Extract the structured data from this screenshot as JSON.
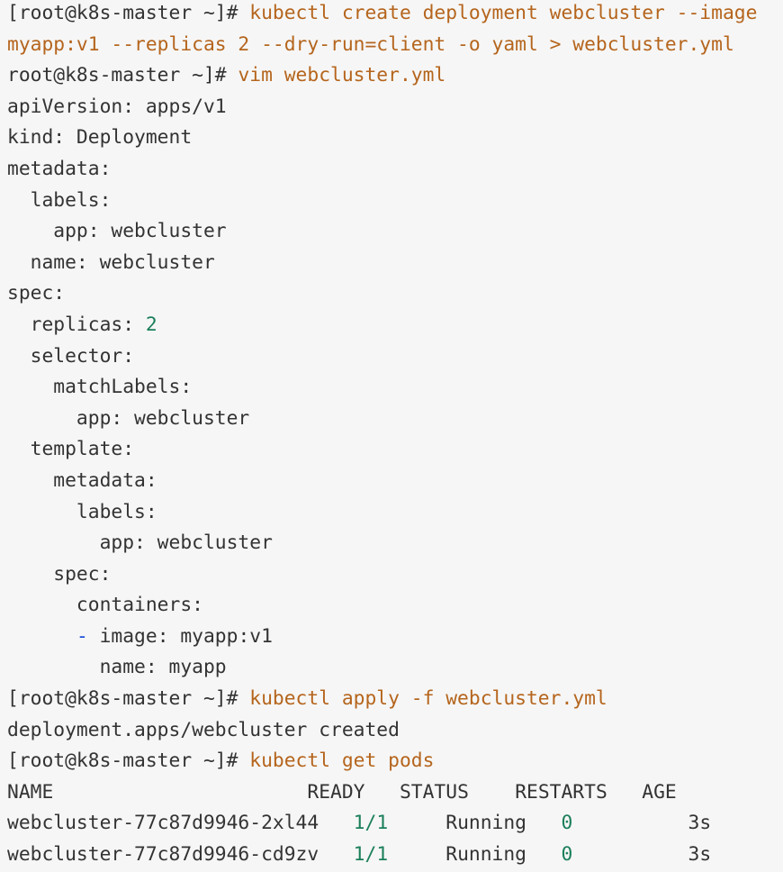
{
  "theme": {
    "background": "#f6f6f6",
    "text_color": "#333333",
    "command_color": "#b5651d",
    "number_color": "#1b7f5a",
    "dash_color": "#1b4fd8"
  },
  "lines": {
    "l1_prompt": "[root@k8s-master ~]#",
    "l1_cmd": " kubectl create deployment webcluster --image",
    "l2_cmd": "myapp:v1 --replicas 2 --dry-run=client -o yaml > webcluster.yml",
    "l3_prompt": "root@k8s-master ~]#",
    "l3_cmd": " vim webcluster.yml",
    "l4": "apiVersion: apps/v1",
    "l5": "kind: Deployment",
    "l6": "metadata:",
    "l7": "  labels:",
    "l8": "    app: webcluster",
    "l9": "  name: webcluster",
    "l10": "spec:",
    "l11_key": "  replicas: ",
    "l11_val": "2",
    "l12": "  selector:",
    "l13": "    matchLabels:",
    "l14": "      app: webcluster",
    "l15": "  template:",
    "l16": "    metadata:",
    "l17": "      labels:",
    "l18": "        app: webcluster",
    "l19": "    spec:",
    "l20": "      containers:",
    "l21_indent": "      ",
    "l21_dash": "-",
    "l21_rest": " image: myapp:v1",
    "l22": "        name: myapp",
    "l23_prompt": "[root@k8s-master ~]#",
    "l23_cmd": " kubectl apply -f webcluster.yml",
    "l24": "deployment.apps/webcluster created",
    "l25_prompt": "[root@k8s-master ~]#",
    "l25_cmd": " kubectl get pods"
  },
  "pods_table": {
    "headers": [
      "NAME",
      "READY",
      "STATUS",
      "RESTARTS",
      "AGE"
    ],
    "rows": [
      {
        "name": "webcluster-77c87d9946-2xl44",
        "ready": "1/1",
        "status": "Running",
        "restarts": "0",
        "age": "3s"
      },
      {
        "name": "webcluster-77c87d9946-cd9zv",
        "ready": "1/1",
        "status": "Running",
        "restarts": "0",
        "age": "3s"
      }
    ]
  }
}
